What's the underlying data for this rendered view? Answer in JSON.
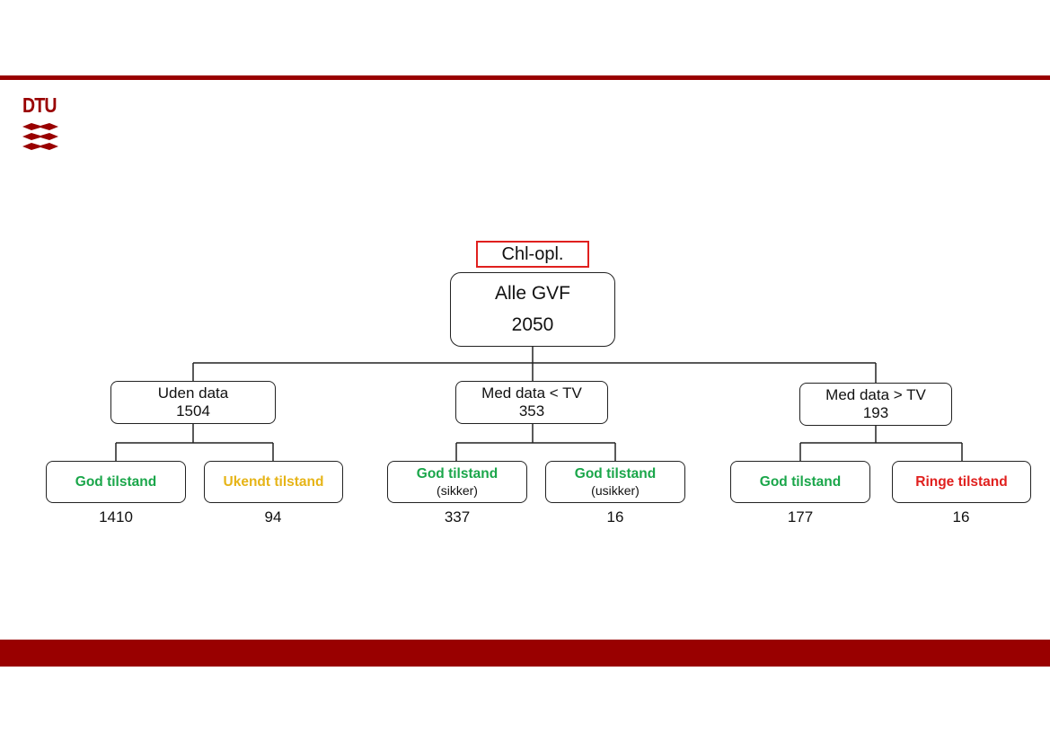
{
  "logo": {
    "text": "DTU"
  },
  "colors": {
    "brand": "#990000",
    "good": "#1aa64a",
    "unknown": "#e6b417",
    "bad": "#e0201e"
  },
  "diagram": {
    "tag": "Chl-opl.",
    "root": {
      "title": "Alle GVF",
      "value": "2050"
    },
    "groups": [
      {
        "label": "Uden data",
        "value": "1504",
        "children": [
          {
            "status": "God tilstand",
            "note": "",
            "count": "1410"
          },
          {
            "status": "Ukendt tilstand",
            "note": "",
            "count": "94"
          }
        ]
      },
      {
        "label": "Med data < TV",
        "value": "353",
        "children": [
          {
            "status": "God tilstand",
            "note": "(sikker)",
            "count": "337"
          },
          {
            "status": "God tilstand",
            "note": "(usikker)",
            "count": "16"
          }
        ]
      },
      {
        "label": "Med data > TV",
        "value": "193",
        "children": [
          {
            "status": "God tilstand",
            "note": "",
            "count": "177"
          },
          {
            "status": "Ringe tilstand",
            "note": "",
            "count": "16"
          }
        ]
      }
    ]
  }
}
